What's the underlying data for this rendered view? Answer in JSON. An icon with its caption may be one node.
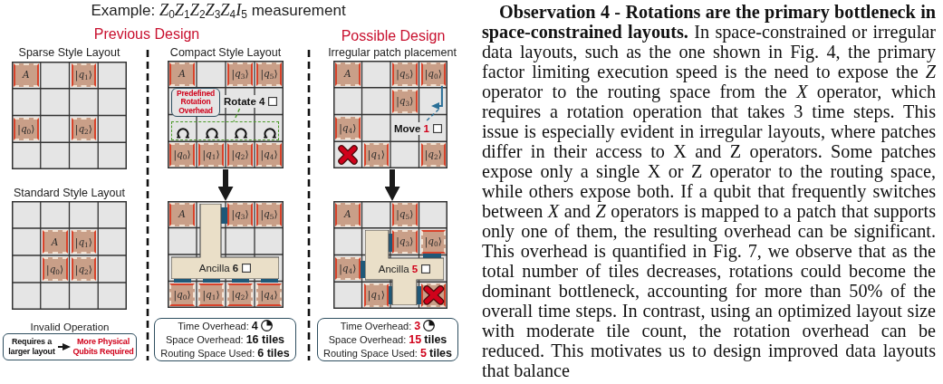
{
  "diagram": {
    "title": "Example: *Z*$_{0}$*Z*$_{1}$*Z*$_{2}$*Z*$_{3}$*Z*$_{4}$*I*$_{5}$ measurement",
    "nodes": [
      {
        "text": [
          "Sparse Style Layout"
        ]
      },
      {
        "text": [
          "A"
        ],
        "in": 0
      },
      {
        "text": [
          "|*q*$_{1}$⟩"
        ],
        "in": 0
      },
      {
        "text": [
          "|*q*$_{0}$⟩"
        ],
        "in": 0
      },
      {
        "text": [
          "|*q*$_{2}$⟩"
        ],
        "in": 0
      },
      {
        "text": [
          "Standard Style Layout"
        ]
      },
      {
        "text": [
          "A"
        ],
        "in": 5
      },
      {
        "text": [
          "|*q*$_{1}$⟩"
        ],
        "in": 5
      },
      {
        "text": [
          "|*q*$_{0}$⟩"
        ],
        "in": 5
      },
      {
        "text": [
          "|*q*$_{2}$⟩"
        ],
        "in": 5
      },
      {
        "text": [
          "Invalid Operation"
        ]
      },
      {
        "text": [
          "Requires a larger layout"
        ],
        "in": 10
      },
      {
        "text": [
          "More Physical Qubits Required"
        ],
        "in": 10
      },
      {
        "text": [
          "Compact Style Layout"
        ]
      },
      {
        "text": [
          "A"
        ],
        "in": 13
      },
      {
        "text": [
          "|*q*$_{3}$⟩"
        ],
        "in": 13
      },
      {
        "text": [
          "|*q*$_{5}$⟩"
        ],
        "in": 13
      },
      {
        "text": [
          "Predefined Rotation Overhead"
        ],
        "in": 13
      },
      {
        "text": [
          "Rotate 4"
        ],
        "in": 13
      },
      {
        "text": [],
        "shape": "box",
        "in": 13
      },
      {
        "text": [
          "|*q*$_{0}$⟩"
        ],
        "in": 13
      },
      {
        "text": [
          "|*q*$_{1}$⟩"
        ],
        "in": 13
      },
      {
        "text": [
          "|*q*$_{2}$⟩"
        ],
        "in": 13
      },
      {
        "text": [
          "|*q*$_{4}$⟩"
        ],
        "in": 13
      },
      {
        "text": [],
        "shape": "box"
      },
      {
        "text": [
          "A"
        ],
        "in": 24
      },
      {
        "text": [
          "|*q*$_{3}$⟩"
        ],
        "in": 24
      },
      {
        "text": [
          "|*q*$_{5}$⟩"
        ],
        "in": 24
      },
      {
        "text": [
          "Ancilla **6**"
        ],
        "in": 24
      },
      {
        "text": [
          "|*q*$_{0}$⟩"
        ],
        "in": 24
      },
      {
        "text": [
          "|*q*$_{1}$⟩"
        ],
        "in": 24
      },
      {
        "text": [
          "|*q*$_{2}$⟩"
        ],
        "in": 24
      },
      {
        "text": [
          "|*q*$_{4}$⟩"
        ],
        "in": 24
      },
      {
        "text": [
          "Time Overhead: **4**",
          "Space Overhead: **16 tiles**",
          "Routing Space Used: **6 tiles**"
        ]
      },
      {
        "text": [
          "Irregular patch placement"
        ]
      },
      {
        "text": [
          "A"
        ],
        "in": 34
      },
      {
        "text": [
          "|*q*$_{5}$⟩"
        ],
        "in": 34
      },
      {
        "text": [
          "|*q*$_{0}$⟩"
        ],
        "in": 34
      },
      {
        "text": [
          "|*q*$_{3}$⟩"
        ],
        "in": 34
      },
      {
        "text": [
          "|*q*$_{4}$⟩"
        ],
        "in": 34
      },
      {
        "text": [
          "**Move** **1**"
        ],
        "in": 34
      },
      {
        "text": [
          "|*q*$_{1}$⟩"
        ],
        "in": 34
      },
      {
        "text": [
          "|*q*$_{2}$⟩"
        ],
        "in": 34
      },
      {
        "text": [],
        "shape": "box"
      },
      {
        "text": [
          "A"
        ],
        "in": 43
      },
      {
        "text": [
          "|*q*$_{5}$⟩"
        ],
        "in": 43
      },
      {
        "text": [
          "|*q*$_{3}$⟩"
        ],
        "in": 43
      },
      {
        "text": [
          "|*q*$_{0}$⟩"
        ],
        "in": 43
      },
      {
        "text": [
          "|*q*$_{4}$⟩"
        ],
        "in": 43
      },
      {
        "text": [
          "Ancilla **5**"
        ],
        "in": 43
      },
      {
        "text": [
          "|*q*$_{1}$⟩"
        ],
        "in": 43
      },
      {
        "text": [],
        "shape": "box",
        "in": 43
      },
      {
        "text": [
          "Time Overhead: **3**",
          "Space Overhead: **15** **tiles**",
          "Routing Space Used: **5** **tiles**"
        ]
      }
    ],
    "edges": [
      {
        "from": 11,
        "to": 12,
        "arrow": "to"
      },
      {
        "from": 18,
        "to": 19,
        "arrow": "none",
        "style": "dashed",
        "color": "#4c9a2a"
      },
      {
        "from": 13,
        "to": 24,
        "arrow": "to",
        "style": "thick"
      },
      {
        "from": 37,
        "to": null,
        "arrow": "to",
        "color": "#2a6f97"
      },
      {
        "from": 40,
        "to": null,
        "arrow": "none",
        "style": "dashed",
        "color": "#2a6f97"
      },
      {
        "from": 34,
        "to": 43,
        "arrow": "to",
        "style": "thick"
      }
    ],
    "labels": [
      "Previous Design",
      "Possible Design",
      "**Observation 4 - Rotations are the primary bottleneck in space-constrained layouts.** In space-constrained or irregular data layouts, such as the one shown in Fig. 4, the primary factor limiting execution speed is the need to expose the *Z* operator to the routing space from the *X* operator, which requires a rotation operation that takes 3 time steps. This issue is especially evident in irregular layouts, where patches differ in their access to X and Z operators. Some patches expose only a single X or Z operator to the routing space, while others expose both. If a qubit that frequently switches between *X* and *Z* operators is mapped to a patch that supports only one of them, the resulting overhead can be significant. This overhead is quantified in Fig. 7, we observe that as the total number of tiles decreases, rotations could become the dominant bottleneck, accounting for more than 50% of the overall time steps. In contrast, using an optimized layout size with moderate tile count, the rotation overhead can be reduced. This motivates us to design improved data layouts that balance"
    ]
  }
}
